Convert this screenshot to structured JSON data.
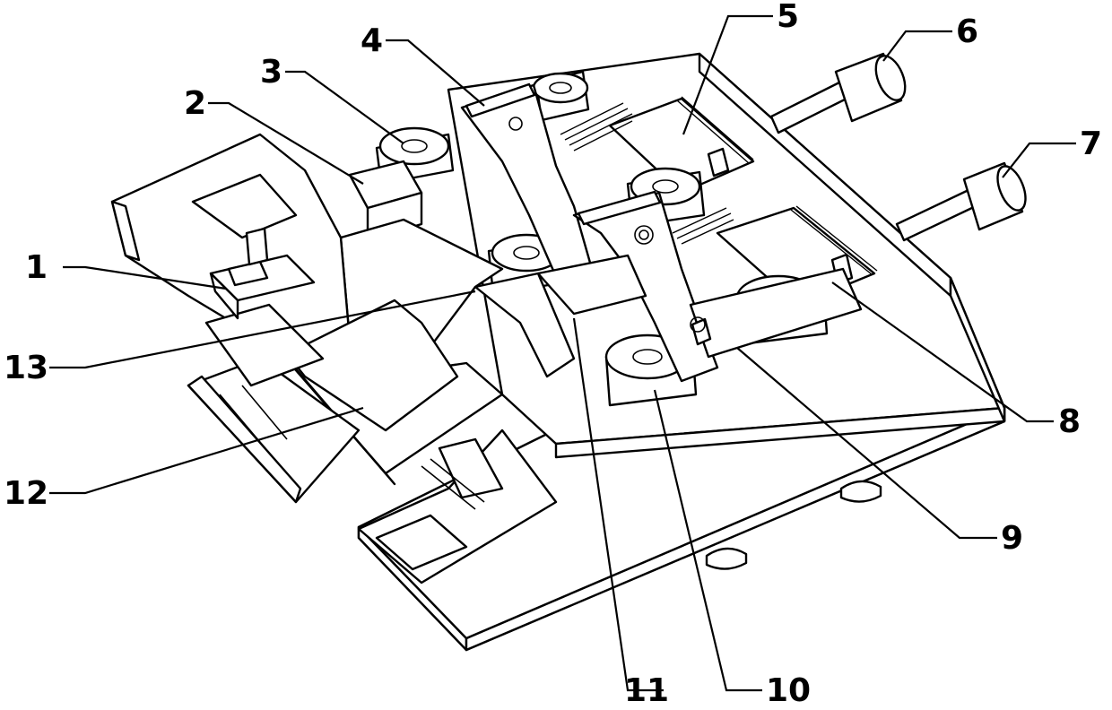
{
  "diagram": {
    "callouts": [
      {
        "id": "1",
        "label": "1"
      },
      {
        "id": "2",
        "label": "2"
      },
      {
        "id": "3",
        "label": "3"
      },
      {
        "id": "4",
        "label": "4"
      },
      {
        "id": "5",
        "label": "5"
      },
      {
        "id": "6",
        "label": "6"
      },
      {
        "id": "7",
        "label": "7"
      },
      {
        "id": "8",
        "label": "8"
      },
      {
        "id": "9",
        "label": "9"
      },
      {
        "id": "10",
        "label": "10"
      },
      {
        "id": "11",
        "label": "11"
      },
      {
        "id": "12",
        "label": "12"
      },
      {
        "id": "13",
        "label": "13"
      }
    ],
    "colors": {
      "line": "#000000",
      "background": "#ffffff"
    }
  }
}
